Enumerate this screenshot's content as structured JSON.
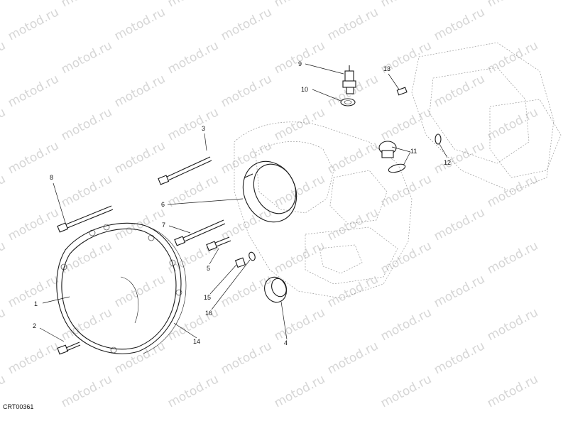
{
  "watermark": "motod.ru",
  "diagram_code": "CRT00361",
  "callouts": [
    {
      "id": "c1",
      "num": "1"
    },
    {
      "id": "c2",
      "num": "2"
    },
    {
      "id": "c3",
      "num": "3"
    },
    {
      "id": "c4",
      "num": "4"
    },
    {
      "id": "c5",
      "num": "5"
    },
    {
      "id": "c6",
      "num": "6"
    },
    {
      "id": "c7",
      "num": "7"
    },
    {
      "id": "c8",
      "num": "8"
    },
    {
      "id": "c9",
      "num": "9"
    },
    {
      "id": "c10",
      "num": "10"
    },
    {
      "id": "c11",
      "num": "11"
    },
    {
      "id": "c12",
      "num": "12"
    },
    {
      "id": "c13",
      "num": "13"
    },
    {
      "id": "c14",
      "num": "14"
    },
    {
      "id": "c15",
      "num": "15"
    },
    {
      "id": "c16",
      "num": "16"
    }
  ]
}
